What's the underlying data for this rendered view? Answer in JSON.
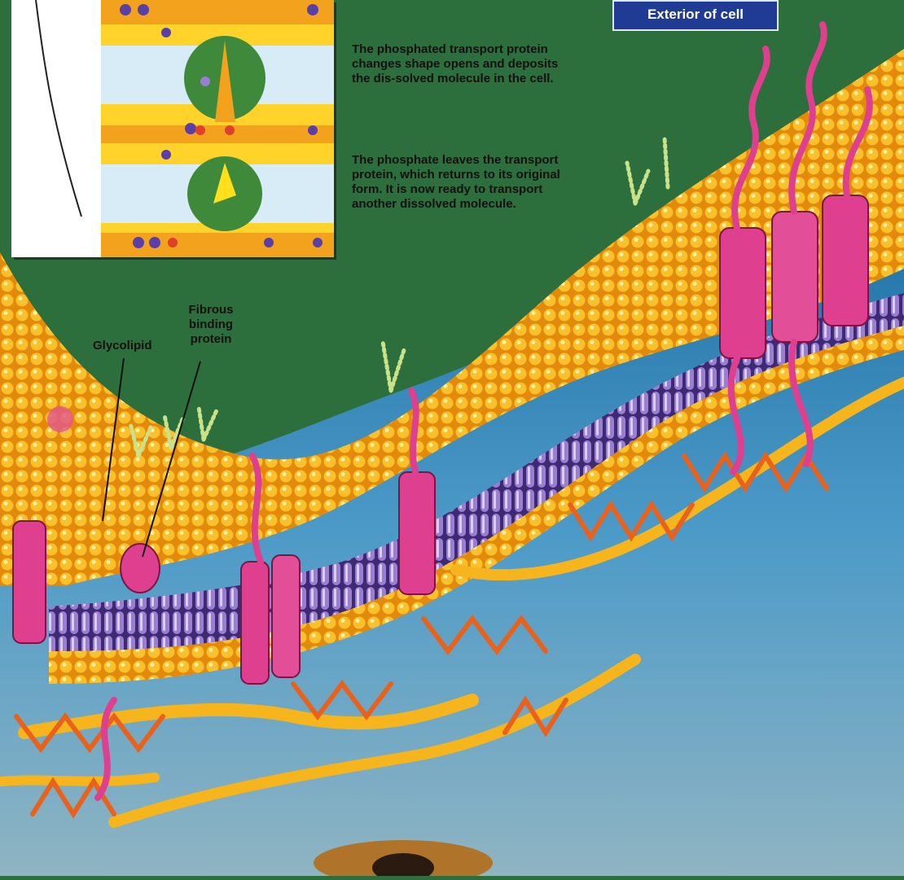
{
  "exterior_label": "Exterior of cell",
  "notes": {
    "shape_change": "The phosphated transport protein changes shape opens and deposits the dis-solved molecule in the cell.",
    "phosphate_leaves": "The phosphate leaves the transport protein, which returns to its original form. It is now ready to transport another dissolved molecule."
  },
  "labels": {
    "glycolipid": "Glycolipid",
    "fibrous_binding_protein": "Fibrous binding protein"
  },
  "colors": {
    "exterior_background": "#2c6e3c",
    "interior_background": "#3d8fc4",
    "phospholipid_head": "#f7a914",
    "lipid_tail": "#7d5bb8",
    "transport_protein": "#df3f8f",
    "cytoskeleton_filament": "#f6b51d",
    "exterior_badge": "#1f3b93"
  }
}
